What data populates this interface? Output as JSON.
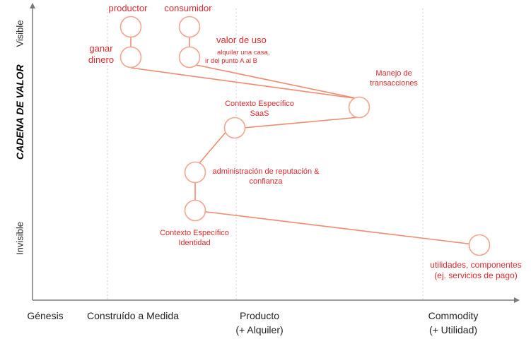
{
  "axes": {
    "y_title": "CADENA DE VALOR",
    "y_top": "Visible",
    "y_bottom": "Invisible",
    "stages": [
      {
        "id": "genesis",
        "lines": [
          "Génesis"
        ]
      },
      {
        "id": "custom",
        "lines": [
          "Construído a Medida"
        ]
      },
      {
        "id": "product",
        "lines": [
          "Producto",
          "(+ Alquiler)"
        ]
      },
      {
        "id": "commodity",
        "lines": [
          "Commodity",
          "(+ Utilidad)"
        ]
      }
    ]
  },
  "components": [
    {
      "id": "productor",
      "lines": [
        "productor"
      ]
    },
    {
      "id": "consumidor",
      "lines": [
        "consumidor"
      ]
    },
    {
      "id": "ganar-dinero",
      "lines": [
        "ganar",
        "dinero"
      ]
    },
    {
      "id": "valor-de-uso",
      "lines": [
        "valor de uso"
      ]
    },
    {
      "id": "valor-de-uso-detalle",
      "lines": [
        "alquilar una casa,",
        "ir del punto A al B"
      ]
    },
    {
      "id": "manejo-transacciones",
      "lines": [
        "Manejo de",
        "transacciones"
      ]
    },
    {
      "id": "contexto-saas",
      "lines": [
        "Contexto Específico",
        "SaaS"
      ]
    },
    {
      "id": "reputacion",
      "lines": [
        "administración de reputación &",
        "confianza"
      ]
    },
    {
      "id": "contexto-identidad",
      "lines": [
        "Contexto Específico",
        "Identidad"
      ]
    },
    {
      "id": "utilidades",
      "lines": [
        "utilidades, componentes",
        "(ej. servicios de pago)"
      ]
    }
  ],
  "colors": {
    "node_stroke": "#f4a58f",
    "link": "#f08a6e",
    "label": "#e0282e",
    "axis": "#7a7a7a",
    "gridline": "#d0d0d0"
  }
}
